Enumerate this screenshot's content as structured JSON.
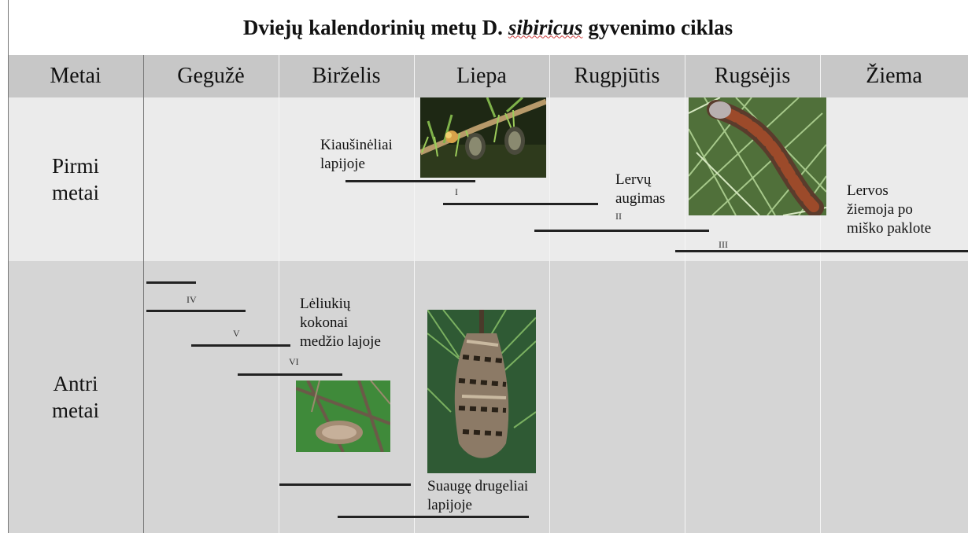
{
  "title": {
    "prefix": "Dviejų kalendorinių metų D.",
    "species": "sibiricus",
    "suffix": "gyvenimo ciklas"
  },
  "columns": [
    "Metai",
    "Gegužė",
    "Birželis",
    "Liepa",
    "Rugpjūtis",
    "Rugsėjis",
    "Žiema"
  ],
  "years": {
    "first": "Pirmi\nmetai",
    "second": "Antri\nmetai"
  },
  "stages": {
    "roman": [
      "I",
      "II",
      "III",
      "IV",
      "V",
      "VI"
    ]
  },
  "notes": {
    "eggs": "Kiaušinėliai\nlapijoje",
    "larvae_growth": "Lervų\naugimas",
    "larvae_winter": "Lervos\nžiemoja po\nmiško paklote",
    "pupae": "Lėliukių\nkokonai\nmedžio lajoje",
    "adults": "Suaugę drugeliai\nlapijoje"
  },
  "photos": {
    "eggs": "egg-clusters-photo",
    "caterpillar": "caterpillar-photo",
    "cocoon": "cocoon-photo",
    "moth": "moth-photo"
  }
}
